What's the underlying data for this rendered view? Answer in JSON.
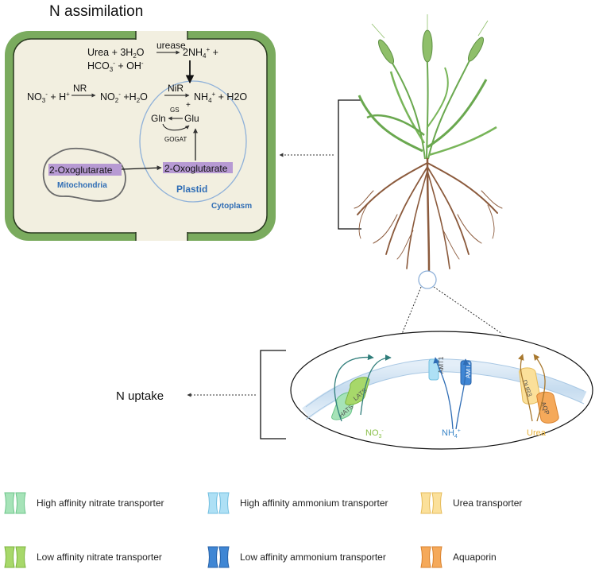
{
  "title": "N assimilation",
  "uptake_label": "N uptake",
  "cell": {
    "urea_line1": "Urea + 3H",
    "urea_sub1": "2",
    "urea_line1b": "O",
    "urease": "urease",
    "ammonium_product": "2NH",
    "ammonium_sub": "4",
    "ammonium_sup": "+",
    "ammonium_plus": " +",
    "hco3": "HCO",
    "hco3_sub": "3",
    "hco3_sup": "-",
    "oh": " + OH",
    "oh_sup": "-",
    "nitrate_eq": "NO",
    "nitrate_sub": "3",
    "nitrate_sup": "-",
    "h_plus": " + H",
    "h_sup": "+",
    "nr": "NR",
    "nitrite": "NO",
    "nitrite_sub": "2",
    "nitrite_sup": "-",
    "nitrite_h2o": " +H",
    "nitrite_h2o_sub": "2",
    "nitrite_h2o_b": "O",
    "nir": "NiR",
    "nh4": "NH",
    "nh4_sub": "4",
    "nh4_sup": "+",
    "nh4_h2o": " + H2O",
    "plus": "+",
    "gs": "GS",
    "gln": "Gln",
    "glu": "Glu",
    "gogat": "GOGAT",
    "oxo_mito": "2-Oxoglutarate",
    "oxo_plastid": "2-Oxoglutarate",
    "mitochondria": "Mitochondria",
    "plastid": "Plastid",
    "cytoplasm": "Cytoplasm"
  },
  "membrane": {
    "hats": "HATS",
    "lats": "LATS",
    "no3": "NO",
    "no3_sub": "3",
    "no3_sup": "-",
    "amt1": "AMT1",
    "amt2": "AMT2",
    "nh4": "NH",
    "nh4_sub": "4",
    "nh4_sup": "+",
    "dur3": "DUR3",
    "aqp": "AQP",
    "urea": "Urea"
  },
  "legend": [
    {
      "label": "High affinity nitrate transporter",
      "color": "#a6e3b8",
      "border": "#6cc48a"
    },
    {
      "label": "High affinity ammonium  transporter",
      "color": "#aee0f5",
      "border": "#73bfe0"
    },
    {
      "label": "Urea  transporter",
      "color": "#fbe09a",
      "border": "#e5bb5a"
    },
    {
      "label": "Low affinity nitrate transporter",
      "color": "#a7d86a",
      "border": "#7cb43e"
    },
    {
      "label": "Low affinity ammonium transporter",
      "color": "#3f86d4",
      "border": "#2762a8"
    },
    {
      "label": "Aquaporin",
      "color": "#f5a95a",
      "border": "#d9822e"
    }
  ],
  "colors": {
    "cell_wall": "#7aab5e",
    "cytoplasm": "#f2efe0",
    "plastid_outline": "#8fb1d9",
    "label_blue": "#2f6db5",
    "oxo_fill": "#b79ad3",
    "membrane": "#cfe3f2",
    "root": "#8b5a3c",
    "leaf": "#6aa84f",
    "no3_color": "#8ac04a",
    "nh4_color": "#3a86c8",
    "urea_color": "#e8b23a"
  }
}
